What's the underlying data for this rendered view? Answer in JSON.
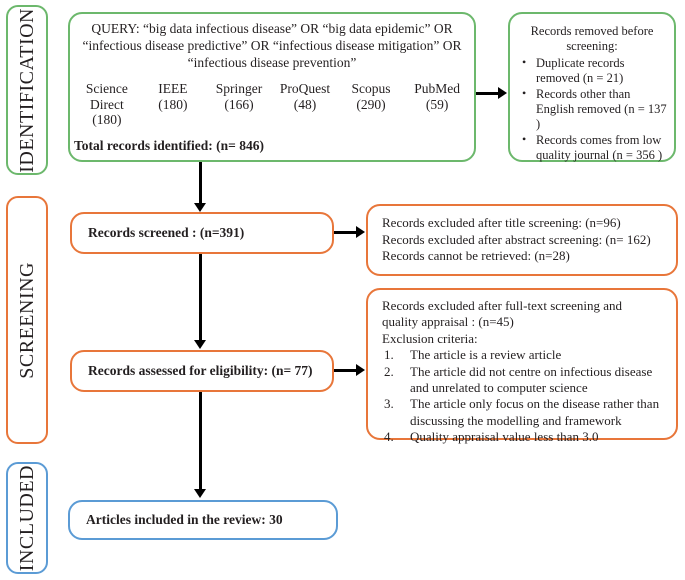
{
  "phases": [
    {
      "id": "identification",
      "label": "IDENTIFICATION",
      "color": "#6cb86c"
    },
    {
      "id": "screening",
      "label": "SCREENING",
      "color": "#e8763a"
    },
    {
      "id": "included",
      "label": "INCLUDED",
      "color": "#5b9bd5"
    }
  ],
  "identification": {
    "query": "QUERY: “big data infectious disease” OR “big data epidemic” OR “infectious disease predictive” OR “infectious disease mitigation” OR “infectious disease prevention”",
    "sources": [
      {
        "name": "Science Direct",
        "count": "(180)"
      },
      {
        "name": "IEEE",
        "count": "(180)"
      },
      {
        "name": "Springer",
        "count": "(166)"
      },
      {
        "name": "ProQuest",
        "count": "(48)"
      },
      {
        "name": "Scopus",
        "count": "(290)"
      },
      {
        "name": "PubMed",
        "count": "(59)"
      }
    ],
    "total": "Total records identified: (n= 846)"
  },
  "removed_before_screening": {
    "title": "Records removed before screening:",
    "items": [
      "Duplicate records removed (n = 21)",
      "Records other than English removed (n = 137 )",
      "Records comes from low quality journal (n = 356 )"
    ]
  },
  "screened": {
    "label": "Records screened : (n=391)"
  },
  "excluded_after_screening": {
    "lines": [
      "Records excluded after title screening: (n=96)",
      "Records excluded after abstract screening: (n= 162)",
      "Records cannot be retrieved: (n=28)"
    ]
  },
  "eligibility": {
    "label": "Records assessed for eligibility: (n= 77)"
  },
  "excluded_after_fulltext": {
    "header_line_1": "Records excluded after full-text screening and",
    "header_line_2": "quality appraisal : (n=45)",
    "criteria_title": "Exclusion criteria:",
    "criteria": [
      {
        "num": "1.",
        "text": "The article is a review article"
      },
      {
        "num": "2.",
        "text": "The article did not centre on infectious disease and unrelated to computer science"
      },
      {
        "num": "3.",
        "text": "The article only focus on the disease rather than discussing the modelling and framework"
      },
      {
        "num": "4.",
        "text": "Quality appraisal value less than 3.0"
      }
    ]
  },
  "included": {
    "label": "Articles included in the review: 30"
  },
  "colors": {
    "green": "#6cb86c",
    "orange": "#e8763a",
    "blue": "#5b9bd5",
    "connector": "#000000"
  }
}
